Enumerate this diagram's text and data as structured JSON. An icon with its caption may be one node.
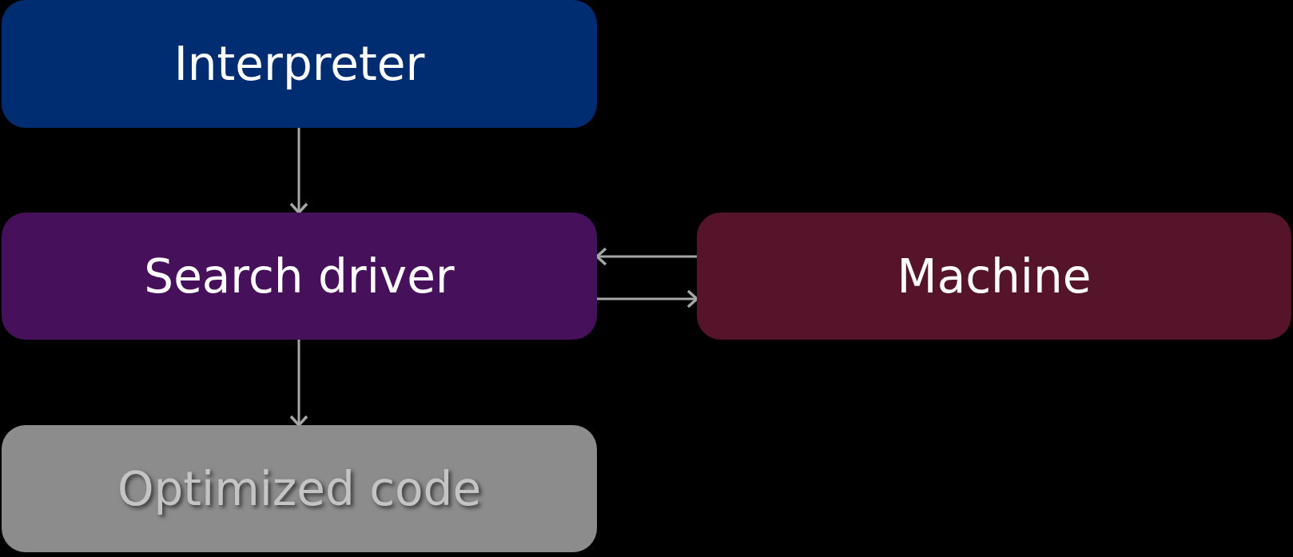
{
  "diagram": {
    "nodes": [
      {
        "text": [
          "Interpreter"
        ]
      },
      {
        "text": [
          "Search driver"
        ]
      },
      {
        "text": [
          "Machine"
        ]
      },
      {
        "text": [
          "Optimized code"
        ]
      }
    ],
    "edges": [
      {
        "from": 0,
        "to": 1,
        "arrow": "to"
      },
      {
        "from": 2,
        "to": 1,
        "arrow": "to"
      },
      {
        "from": 1,
        "to": 2,
        "arrow": "to"
      },
      {
        "from": 1,
        "to": 3,
        "arrow": "to"
      }
    ]
  }
}
